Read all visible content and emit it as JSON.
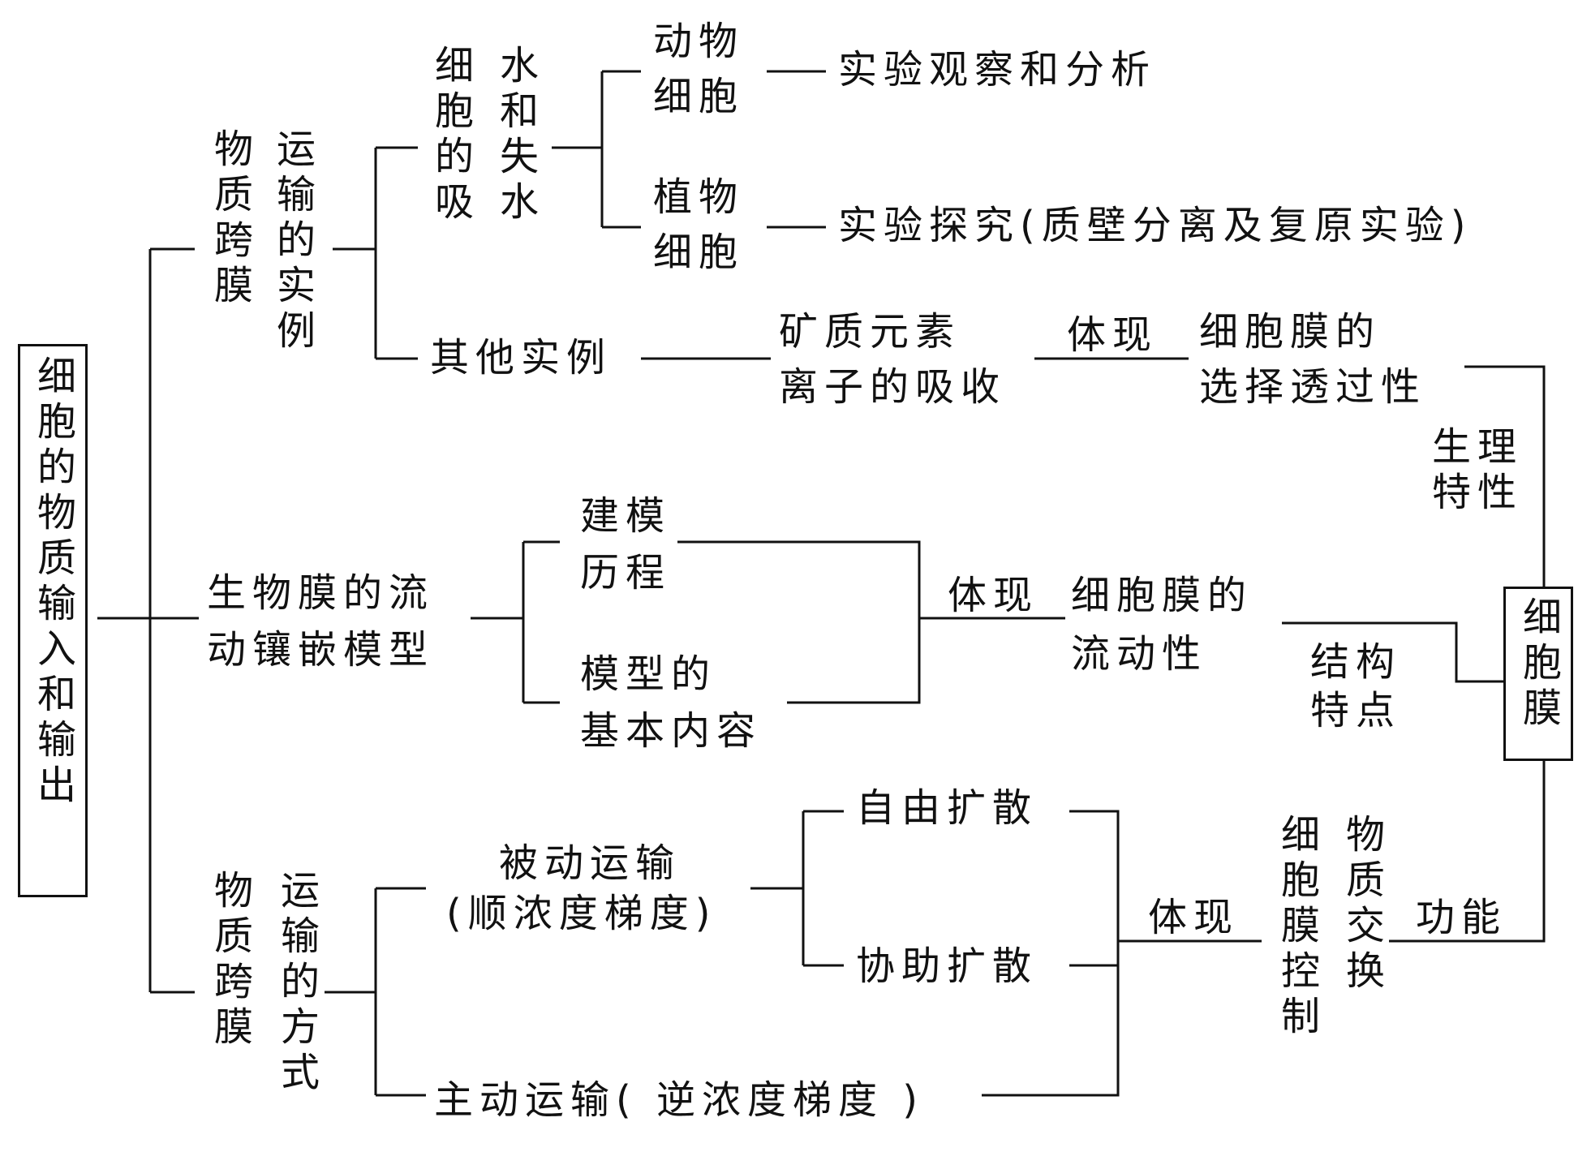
{
  "root": {
    "label": "细胞的物质输入和输出"
  },
  "membrane": {
    "label": "细胞膜"
  },
  "branch1": {
    "label_col1": "物质跨膜",
    "label_col2": "运输的实例",
    "water": {
      "col1": "细胞的吸",
      "col2": "水和失水"
    },
    "animal_cell": {
      "line1": "动物",
      "line2": "细胞",
      "experiment": "实验观察和分析"
    },
    "plant_cell": {
      "line1": "植物",
      "line2": "细胞",
      "experiment": "实验探究(质壁分离及复原实验)"
    },
    "other": {
      "label": "其他实例",
      "ion_line1": "矿质元素",
      "ion_line2": "离子的吸收",
      "embody": "体现",
      "perm_line1": "细胞膜的",
      "perm_line2": "选择透过性",
      "property_line1": "生理",
      "property_line2": "特性"
    }
  },
  "branch2": {
    "label_line1": "生物膜的流",
    "label_line2": "动镶嵌模型",
    "history_line1": "建模",
    "history_line2": "历程",
    "content_line1": "模型的",
    "content_line2": "基本内容",
    "embody": "体现",
    "fluid_line1": "细胞膜的",
    "fluid_line2": "流动性",
    "feature_line1": "结构",
    "feature_line2": "特点"
  },
  "branch3": {
    "label_col1": "物质跨膜",
    "label_col2": "运输的方式",
    "passive_line1": "被动运输",
    "passive_line2": "(顺浓度梯度)",
    "simple": "自由扩散",
    "facilitated": "协助扩散",
    "active": "主动运输( 逆浓度梯度 )",
    "embody": "体现",
    "control_col1": "细胞膜控制",
    "control_col2": "物质交换",
    "function": "功能"
  }
}
